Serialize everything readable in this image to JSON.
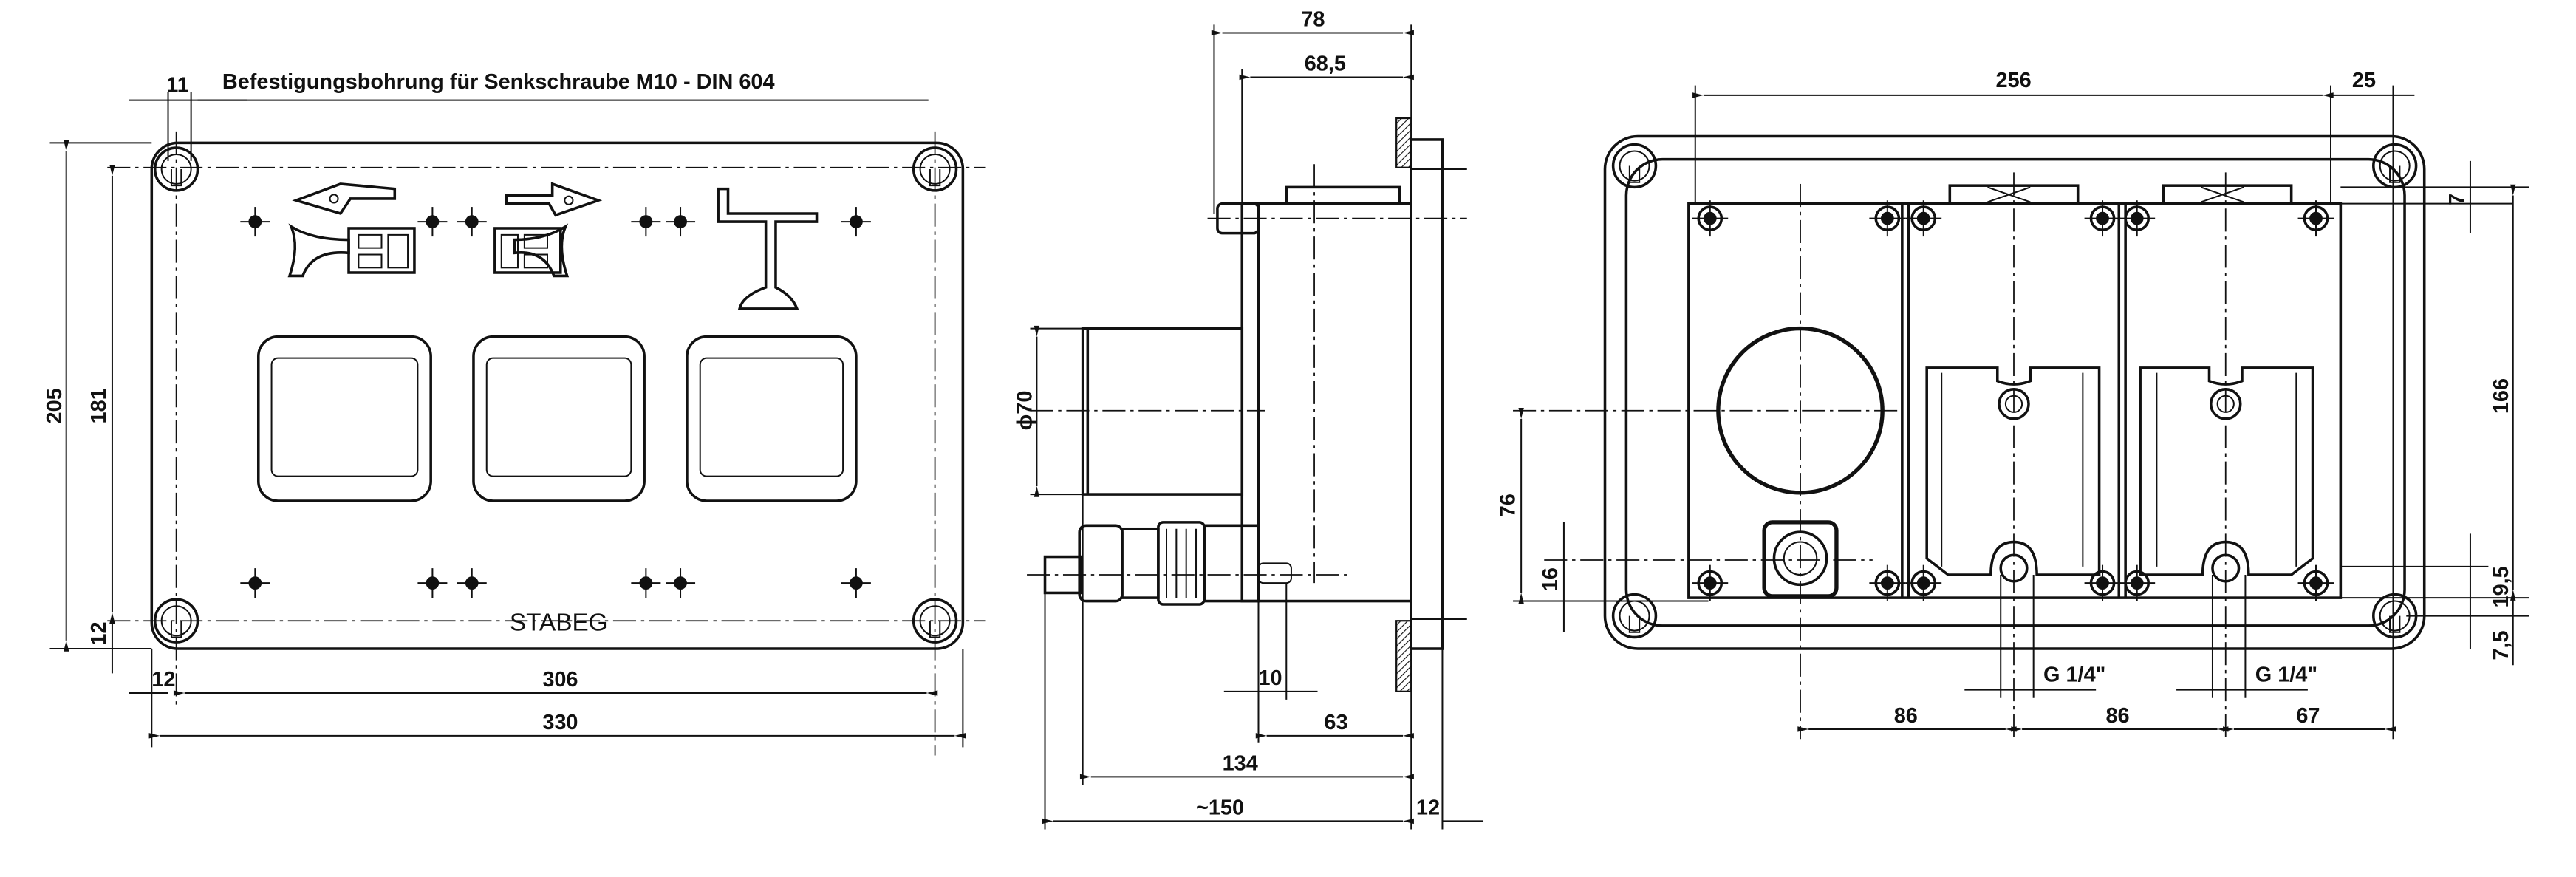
{
  "front_view": {
    "note": "Befestigungsbohrung für Senkschraube M10 - DIN 604",
    "brand": "STABEG",
    "dims": {
      "hole_width": "11",
      "height_total": "205",
      "height_holes": "181",
      "bottom_offset": "12",
      "left_offset": "12",
      "width_holes": "306",
      "width_total": "330"
    }
  },
  "side_view": {
    "dims": {
      "depth_78": "78",
      "depth_68_5": "68,5",
      "diameter": "ϕ70",
      "d10": "10",
      "d63": "63",
      "d134": "134",
      "d150": "~150",
      "flange": "12"
    }
  },
  "rear_view": {
    "dims": {
      "d256": "256",
      "d25": "25",
      "d7": "7",
      "d166": "166",
      "d76": "76",
      "d16": "16",
      "d19_5": "19,5",
      "d7_5": "7,5",
      "d86a": "86",
      "d86b": "86",
      "d67": "67",
      "port1": "G 1/4\"",
      "port2": "G 1/4\""
    }
  }
}
